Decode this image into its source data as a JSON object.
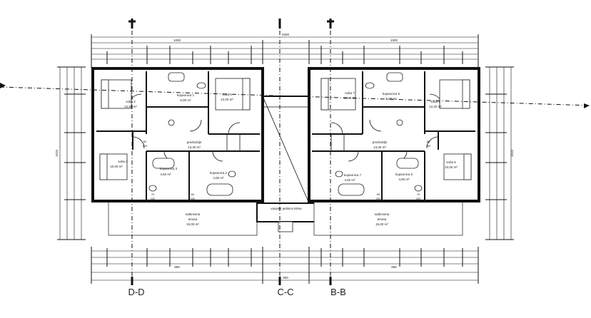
{
  "sections": {
    "dd": "D-D",
    "cc": "C-C",
    "bb": "B-B"
  },
  "left": {
    "rooms": {
      "soba2": {
        "name": "soba 2",
        "area": "12,50 m²"
      },
      "kupaonica1": {
        "name": "kupaonica 1",
        "area": "5,00 m²"
      },
      "soba1": {
        "name": "soba 1",
        "area": "12,00 m²"
      },
      "predsoblje": {
        "name": "predsoblje",
        "area": "13,30 m²"
      },
      "soba3": {
        "name": "soba 3",
        "area": "10,00 m²"
      },
      "kupaonica3": {
        "name": "kupaonica 3",
        "area": "4,50 m²"
      },
      "kupaonica2": {
        "name": "kupaonica 2",
        "area": "4,50 m²"
      },
      "terrace": {
        "name1": "natkrivena",
        "name2": "terasa",
        "area": "15,00 m²"
      }
    }
  },
  "right": {
    "rooms": {
      "soba7": {
        "name": "soba 7",
        "area": "12,80 m²"
      },
      "kupaonica5": {
        "name": "kupaonica 5",
        "area": "5,00 m²"
      },
      "soba6": {
        "name": "soba 6",
        "area": "12,20 m²"
      },
      "predsoblje": {
        "name": "predsoblje",
        "area": "13,30 m²"
      },
      "kupaonica7": {
        "name": "kupaonica 7",
        "area": "4,50 m²"
      },
      "kupaonica6": {
        "name": "kupaonica 6",
        "area": "4,50 m²"
      },
      "soba5": {
        "name": "soba 5",
        "area": "10,00 m²"
      },
      "terrace": {
        "name1": "natkrivena",
        "name2": "terasa",
        "area": "15,00 m²"
      }
    }
  },
  "center": {
    "label": "vanjske jedinice klime"
  },
  "dims": {
    "top_total": "2300",
    "top_left": "1000",
    "top_right": "1000",
    "side_total": "1010",
    "bottom_left": "965",
    "bottom_right": "965",
    "bottom_total": "900",
    "door_labels": [
      "80",
      "200",
      "70",
      "200",
      "60",
      "200",
      "80",
      "200",
      "70",
      "200",
      "60",
      "200"
    ]
  }
}
